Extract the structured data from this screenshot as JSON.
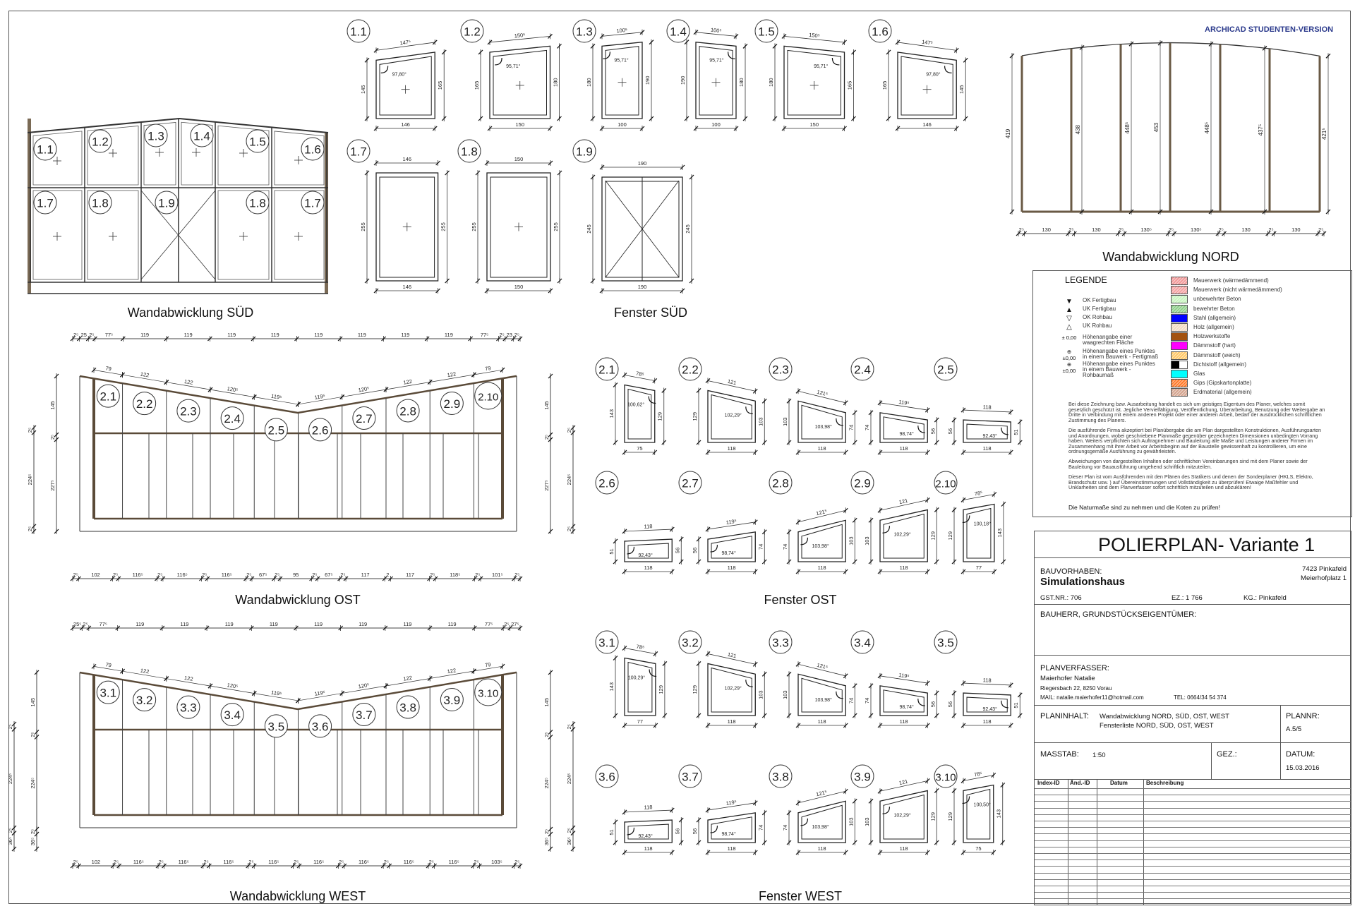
{
  "watermark": "ARCHICAD STUDENTEN-VERSION",
  "captions": {
    "sued_wall": "Wandabwicklung SÜD",
    "fenster_sued": "Fenster SÜD",
    "nord_wall": "Wandabwicklung NORD",
    "ost_wall": "Wandabwicklung OST",
    "fenster_ost": "Fenster OST",
    "west_wall": "Wandabwicklung WEST",
    "fenster_west": "Fenster WEST"
  },
  "sued_wall": {
    "upper_labels": [
      "1.1",
      "1.2",
      "1.3",
      "1.4",
      "1.5",
      "1.6"
    ],
    "lower_labels": [
      "1.7",
      "1.8",
      "1.9",
      "1.8",
      "1.7"
    ]
  },
  "nord_wall": {
    "heights": [
      "419",
      "438",
      "448⁵",
      "453",
      "448⁵",
      "437⁵",
      "421⁵"
    ],
    "bottom_chain": [
      "2⁵",
      "130",
      "2⁵",
      "130",
      "2⁵",
      "130⁵",
      "2⁵",
      "130⁵",
      "2⁵",
      "130",
      "2⁵",
      "130",
      "2⁵"
    ]
  },
  "ost_wall": {
    "labels": [
      "2.1",
      "2.2",
      "2.3",
      "2.4",
      "2.5",
      "2.6",
      "2.7",
      "2.8",
      "2.9",
      "2.10"
    ],
    "top_chain": [
      "2⁵",
      "25",
      "2⁵",
      "77⁵",
      "119",
      "119",
      "119",
      "119",
      "119",
      "119",
      "119",
      "119",
      "77⁵",
      "2⁵",
      "23",
      "2⁵"
    ],
    "slope_dims": [
      "79",
      "122",
      "122",
      "120⁵",
      "119⁵",
      "119⁵",
      "120⁵",
      "122",
      "122",
      "79"
    ],
    "left_dims_outer": [
      "2⁵",
      "224⁵",
      "2⁵"
    ],
    "left_dims_inner": [
      "145",
      "2⁵",
      "227⁵"
    ],
    "right_dims_inner": [
      "145",
      "2⁵",
      "227⁵"
    ],
    "right_dims_outer": [
      "2⁵",
      "224⁵",
      "2⁵"
    ],
    "bottom_chain": [
      "2⁵",
      "102",
      "2⁵",
      "116⁵",
      "2⁵",
      "116⁵",
      "2⁵",
      "116⁵",
      "2⁵",
      "67⁵",
      "2⁵",
      "95",
      "2⁵",
      "67⁵",
      "2⁵",
      "117",
      "2",
      "117",
      "2⁵",
      "118⁵",
      "2⁵",
      "101⁵",
      "2⁵"
    ]
  },
  "west_wall": {
    "labels": [
      "3.1",
      "3.2",
      "3.3",
      "3.4",
      "3.5",
      "3.6",
      "3.7",
      "3.8",
      "3.9",
      "3.10"
    ],
    "top_chain": [
      "25⁵",
      "2⁵",
      "77⁵",
      "119",
      "119",
      "119",
      "119",
      "119",
      "119",
      "119",
      "119",
      "77⁵",
      "2⁵",
      "27⁵"
    ],
    "slope_dims": [
      "79",
      "122",
      "122",
      "120⁵",
      "119⁵",
      "119⁵",
      "120⁵",
      "122",
      "122",
      "79"
    ],
    "left_dims_outer": [
      "2⁵",
      "224⁵",
      "2⁵",
      "36⁵"
    ],
    "left_dims_inner": [
      "145",
      "2⁵",
      "224⁵",
      "2⁵",
      "36⁵"
    ],
    "right_dims_inner": [
      "145",
      "2⁵",
      "224⁵",
      "2⁵",
      "36⁵"
    ],
    "right_dims_outer": [
      "2⁵",
      "224⁵",
      "2⁵",
      "36⁵"
    ],
    "bottom_chain": [
      "2⁵",
      "102",
      "2⁵",
      "116⁵",
      "2⁵",
      "116⁵",
      "2⁵",
      "116⁵",
      "2⁵",
      "116⁵",
      "2⁵",
      "116⁵",
      "2⁵",
      "116⁵",
      "2⁵",
      "116⁵",
      "2⁵",
      "116⁵",
      "2⁵",
      "103⁵",
      "2⁵"
    ]
  },
  "fenster_sued": [
    {
      "id": "1.1",
      "top": "147⁵",
      "left": "145",
      "right": "165",
      "bottom": "146",
      "angle": "97,80°",
      "w": 146,
      "hl": 145,
      "hr": 165
    },
    {
      "id": "1.2",
      "top": "150⁵",
      "left": "165",
      "right": "180",
      "bottom": "150",
      "angle": "95,71°",
      "w": 150,
      "hl": 165,
      "hr": 180
    },
    {
      "id": "1.3",
      "top": "100⁵",
      "left": "180",
      "right": "190",
      "bottom": "100",
      "angle": "95,71°",
      "w": 100,
      "hl": 180,
      "hr": 190
    },
    {
      "id": "1.4",
      "top": "100⁵",
      "left": "190",
      "right": "180",
      "bottom": "100",
      "angle": "95,71°",
      "w": 100,
      "hl": 190,
      "hr": 180
    },
    {
      "id": "1.5",
      "top": "150⁵",
      "left": "180",
      "right": "165",
      "bottom": "150",
      "angle": "95,71°",
      "w": 150,
      "hl": 180,
      "hr": 165
    },
    {
      "id": "1.6",
      "top": "147⁵",
      "left": "165",
      "right": "145",
      "bottom": "146",
      "angle": "97,80°",
      "w": 146,
      "hl": 165,
      "hr": 145
    },
    {
      "id": "1.7",
      "top": "146",
      "left": "255",
      "right": "255",
      "bottom": "146",
      "w": 146,
      "hl": 255,
      "hr": 255
    },
    {
      "id": "1.8",
      "top": "150",
      "left": "255",
      "right": "255",
      "bottom": "150",
      "w": 150,
      "hl": 255,
      "hr": 255
    },
    {
      "id": "1.9",
      "top": "190",
      "left": "245",
      "right": "245",
      "bottom": "190",
      "w": 190,
      "hl": 245,
      "hr": 245,
      "type": "door"
    }
  ],
  "fenster_ost": [
    {
      "id": "2.1",
      "top": "78⁵",
      "left": "143",
      "right": "129",
      "bottom": "75",
      "angle": "100,62°",
      "w": 75,
      "hl": 143,
      "hr": 129
    },
    {
      "id": "2.2",
      "top": "121",
      "left": "129",
      "right": "103",
      "bottom": "118",
      "angle": "102,29°",
      "w": 118,
      "hl": 129,
      "hr": 103
    },
    {
      "id": "2.3",
      "top": "121⁵",
      "left": "103",
      "right": "74",
      "bottom": "118",
      "angle": "103,98°",
      "w": 118,
      "hl": 103,
      "hr": 74
    },
    {
      "id": "2.4",
      "top": "119⁵",
      "left": "74",
      "right": "56",
      "bottom": "118",
      "angle": "98,74°",
      "w": 118,
      "hl": 74,
      "hr": 56
    },
    {
      "id": "2.5",
      "top": "118",
      "left": "56",
      "right": "51",
      "bottom": "118",
      "angle": "92,43°",
      "w": 118,
      "hl": 56,
      "hr": 51
    },
    {
      "id": "2.6",
      "top": "118",
      "left": "51",
      "right": "56",
      "bottom": "118",
      "angle": "92,43°",
      "w": 118,
      "hl": 51,
      "hr": 56
    },
    {
      "id": "2.7",
      "top": "119⁵",
      "left": "56",
      "right": "74",
      "bottom": "118",
      "angle": "98,74°",
      "w": 118,
      "hl": 56,
      "hr": 74
    },
    {
      "id": "2.8",
      "top": "121⁵",
      "left": "74",
      "right": "103",
      "bottom": "118",
      "angle": "103,98°",
      "w": 118,
      "hl": 74,
      "hr": 103
    },
    {
      "id": "2.9",
      "top": "121",
      "left": "103",
      "right": "129",
      "bottom": "118",
      "angle": "102,29°",
      "w": 118,
      "hl": 103,
      "hr": 129
    },
    {
      "id": "2.10",
      "top": "78⁵",
      "left": "129",
      "right": "143",
      "bottom": "77",
      "angle": "100,18°",
      "w": 77,
      "hl": 129,
      "hr": 143
    }
  ],
  "fenster_west": [
    {
      "id": "3.1",
      "top": "78⁵",
      "left": "143",
      "right": "129",
      "bottom": "77",
      "angle": "100,29°",
      "w": 77,
      "hl": 143,
      "hr": 129
    },
    {
      "id": "3.2",
      "top": "121",
      "left": "129",
      "right": "103",
      "bottom": "118",
      "angle": "102,29°",
      "w": 118,
      "hl": 129,
      "hr": 103
    },
    {
      "id": "3.3",
      "top": "121⁵",
      "left": "103",
      "right": "74",
      "bottom": "118",
      "angle": "103,98°",
      "w": 118,
      "hl": 103,
      "hr": 74
    },
    {
      "id": "3.4",
      "top": "119⁵",
      "left": "74",
      "right": "56",
      "bottom": "118",
      "angle": "98,74°",
      "w": 118,
      "hl": 74,
      "hr": 56
    },
    {
      "id": "3.5",
      "top": "118",
      "left": "56",
      "right": "51",
      "bottom": "118",
      "angle": "92,43°",
      "w": 118,
      "hl": 56,
      "hr": 51
    },
    {
      "id": "3.6",
      "top": "118",
      "left": "51",
      "right": "56",
      "bottom": "118",
      "angle": "92,43°",
      "w": 118,
      "hl": 51,
      "hr": 56
    },
    {
      "id": "3.7",
      "top": "119⁵",
      "left": "56",
      "right": "74",
      "bottom": "118",
      "angle": "98,74°",
      "w": 118,
      "hl": 56,
      "hr": 74
    },
    {
      "id": "3.8",
      "top": "121⁵",
      "left": "74",
      "right": "103",
      "bottom": "118",
      "angle": "103,98°",
      "w": 118,
      "hl": 74,
      "hr": 103
    },
    {
      "id": "3.9",
      "top": "121",
      "left": "103",
      "right": "129",
      "bottom": "118",
      "angle": "102,29°",
      "w": 118,
      "hl": 103,
      "hr": 129
    },
    {
      "id": "3.10",
      "top": "78⁵",
      "left": "129",
      "right": "143",
      "bottom": "75",
      "angle": "100,50°",
      "w": 75,
      "hl": 129,
      "hr": 143
    }
  ],
  "legend": {
    "title": "LEGENDE",
    "symbols": [
      {
        "glyph": "▼",
        "label": "OK Fertigbau"
      },
      {
        "glyph": "▲",
        "label": "UK Fertigbau"
      },
      {
        "glyph": "▽",
        "label": "OK Rohbau"
      },
      {
        "glyph": "△",
        "label": "UK Rohbau"
      },
      {
        "glyph": "± 0,00",
        "label": "Höhenangabe einer waagrechten Fläche"
      },
      {
        "glyph": "⊕ ±0,00",
        "label": "Höhenangabe eines Punktes in einem Bauwerk - Fertigmaß"
      },
      {
        "glyph": "⊕ ±0,00",
        "label": "Höhenangabe eines Punktes in einem Bauwerk - Rohbaumaß"
      }
    ],
    "materials": [
      {
        "label": "Mauerwerk (wärmedämmend)",
        "color": "#f29a9a"
      },
      {
        "label": "Mauerwerk (nicht wärmedämmend)",
        "color": "#f4a3a3"
      },
      {
        "label": "unbewehrter Beton",
        "color": "#c9f5c0"
      },
      {
        "label": "bewehrter Beton",
        "color": "#8fcf8a"
      },
      {
        "label": "Stahl (allgemein)",
        "color": "#0000ff"
      },
      {
        "label": "Holz (allgemein)",
        "color": "#f3dcc4"
      },
      {
        "label": "Holzwerkstoffe",
        "color": "#a3520f"
      },
      {
        "label": "Dämmstoff (hart)",
        "color": "#ff00ff"
      },
      {
        "label": "Dämmstoff (weich)",
        "color": "#ffc868"
      },
      {
        "label": "Dichtstoff (allgemein)",
        "color": "#000000"
      },
      {
        "label": "Glas",
        "color": "#00ffff"
      },
      {
        "label": "Gips (Gipskartonplatte)",
        "color": "#ff7a2a"
      },
      {
        "label": "Erdmaterial (allgemein)",
        "color": "#d4a590"
      }
    ],
    "paragraphs": [
      "Bei diese Zeichnung bzw. Ausarbeitung handelt es sich um geistiges Eigentum des Planer, welches somit gesetzlich geschützt ist. Jegliche Vervielfältigung, Veröffentlichung, Überarbeitung, Benutzung oder Weitergabe an Dritte in Verbindung mit einem anderen Projekt oder einer anderen Arbeit, bedarf der ausdrücklichen schriftlichen Zustimmung des Planers.",
      "Die ausführende Firma akzeptiert bei Planübergabe die am Plan dargestellten Konstruktionen, Ausführungsarten und Anordnungen, wobei geschriebene Planmaße gegenüber gezeichneten Dimensionen unbedingten Vorrang haben. Weiters verpflichten sich Auftragnehmer und Bauleitung alle Maße und Leistungen anderer Firmen im Zusammenhang mit ihrer Arbeit vor Arbeitsbeginn auf der Baustelle gewissenhaft zu kontrollieren, um eine ordnungsgemäße Ausführung zu gewährleisten.",
      "Abweichungen von dargestellten Inhalten oder schriftlichen Vereinbarungen sind mit dem Planer sowie der Bauleitung vor Bauausführung umgehend schriftlich mitzuteilen.",
      "Dieser Plan ist vom Ausführenden mit den Plänen des Statikers und denen der Sonderplaner (HKLS, Elektro, Brandschutz usw. ) auf Übereinstimmungen und Vollständigkeit zu überprüfen! Etwaige Maßfehler und Unklarheiten sind dem Planverfasser sofort schriftlich mitzuteilen und abzuklären!"
    ],
    "note": "Die Naturmaße sind zu nehmen und die Koten zu prüfen!"
  },
  "title_block": {
    "title": "POLIERPLAN- Variante 1",
    "bauvorhaben_label": "BAUVORHABEN:",
    "bauvorhaben": "Simulationshaus",
    "address1": "7423 Pinkafeld",
    "address2": "Meierhofplatz 1",
    "gst": "GST.NR.: 706",
    "ez": "EZ.: 1 766",
    "kg": "KG.: Pinkafeld",
    "bauherr_label": "BAUHERR, GRUNDSTÜCKSEIGENTÜMER:",
    "planverfasser_label": "PLANVERFASSER:",
    "planverfasser_name": "Maierhofer Natalie",
    "planverfasser_address": "Riegersbach 22, 8250 Vorau",
    "mail": "MAIL: natalie.maierhofer11@hotmail.com",
    "tel": "TEL: 0664/34 54 374",
    "planinhalt_label": "PLANINHALT:",
    "planinhalt1": "Wandabwicklung NORD, SÜD, OST, WEST",
    "planinhalt2": "Fensterliste NORD, SÜD, OST, WEST",
    "plannr_label": "PLANNR:",
    "plannr": "A.5/5",
    "masstab_label": "MASSTAB:",
    "masstab": "1:50",
    "gez_label": "GEZ.:",
    "datum_label": "DATUM:",
    "datum": "15.03.2016",
    "revision_headers": [
      "Index-ID",
      "Änd.-ID",
      "Datum",
      "Beschreibung"
    ]
  }
}
